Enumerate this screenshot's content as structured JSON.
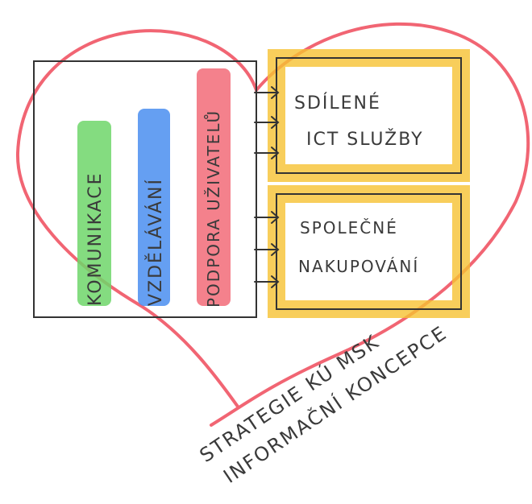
{
  "diagram": {
    "services": [
      {
        "label": "KOMUNIKACE",
        "color": "#6fd66a"
      },
      {
        "label": "VZDĚLÁVÁNÍ",
        "color": "#4a8ef0"
      },
      {
        "label": "PODPORA UŽIVATELŮ",
        "color": "#f26b78"
      }
    ],
    "targets": [
      {
        "line1": "SDÍLENÉ",
        "line2": "ICT SLUŽBY"
      },
      {
        "line1": "SPOLEČNÉ",
        "line2": "NAKUPOVÁNÍ"
      }
    ],
    "caption": {
      "line1": "STRATEGIE KÚ MSK",
      "line2": "INFORMAČNÍ KONCEPCE"
    },
    "colors": {
      "heart": "#ef4a5a",
      "box_highlight": "#f6c232",
      "ink": "#333333"
    }
  }
}
